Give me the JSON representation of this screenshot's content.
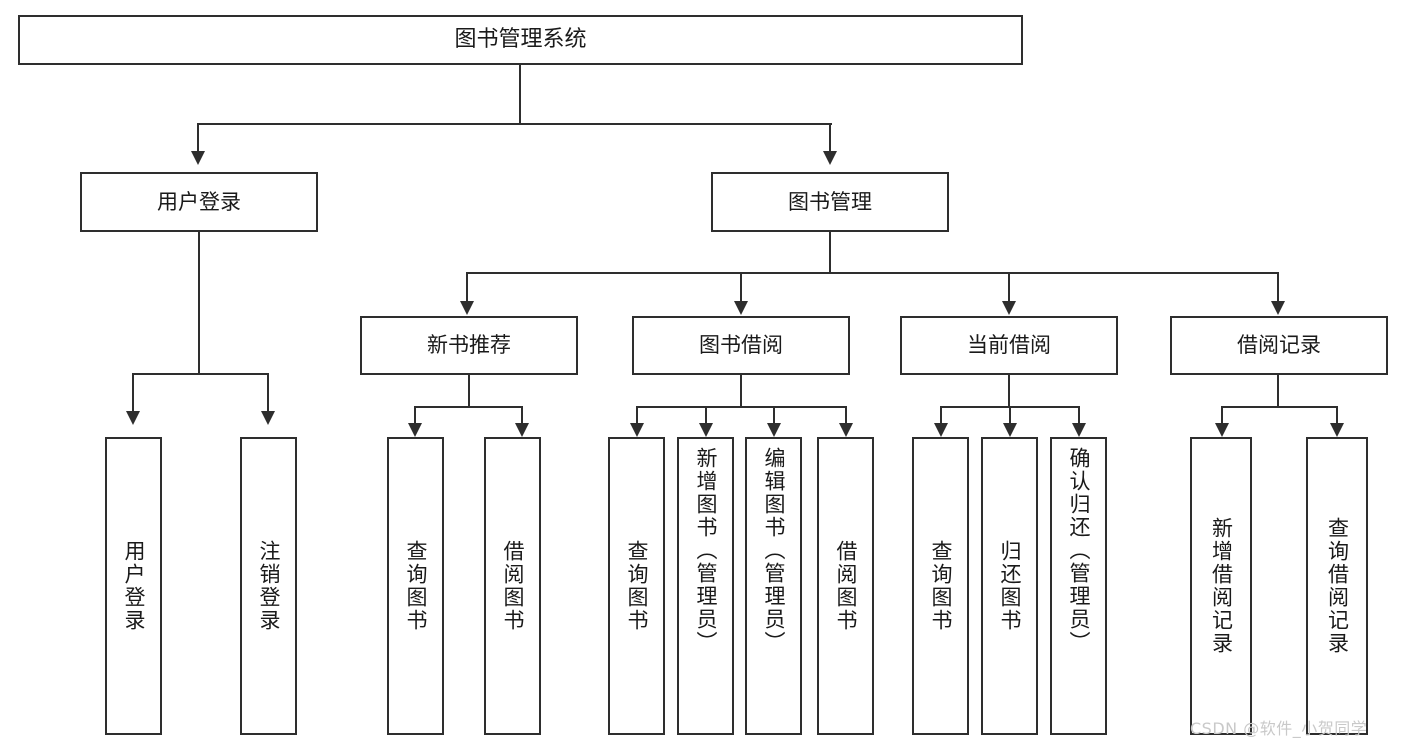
{
  "diagram": {
    "type": "tree-hierarchy",
    "title": "图书管理系统",
    "root": {
      "label": "图书管理系统"
    },
    "level2": [
      {
        "label": "用户登录"
      },
      {
        "label": "图书管理"
      }
    ],
    "level3": [
      {
        "label": "新书推荐"
      },
      {
        "label": "图书借阅"
      },
      {
        "label": "当前借阅"
      },
      {
        "label": "借阅记录"
      }
    ],
    "leaves": {
      "user_login": [
        {
          "label": "用户登录"
        },
        {
          "label": "注销登录"
        }
      ],
      "new_book_recommend": [
        {
          "label": "查询图书"
        },
        {
          "label": "借阅图书"
        }
      ],
      "book_borrow": [
        {
          "label": "查询图书"
        },
        {
          "label": "新增图书（管理员）"
        },
        {
          "label": "编辑图书（管理员）"
        },
        {
          "label": "借阅图书"
        }
      ],
      "current_borrow": [
        {
          "label": "查询图书"
        },
        {
          "label": "归还图书"
        },
        {
          "label": "确认归还（管理员）"
        }
      ],
      "borrow_records": [
        {
          "label": "新增借阅记录"
        },
        {
          "label": "查询借阅记录"
        }
      ]
    }
  },
  "watermark": {
    "text": "CSDN @软件_小贺同学"
  },
  "colors": {
    "stroke": "#2e2e2e",
    "background": "#ffffff",
    "text": "#1a1a1a",
    "watermark": "#c9c9c9"
  }
}
